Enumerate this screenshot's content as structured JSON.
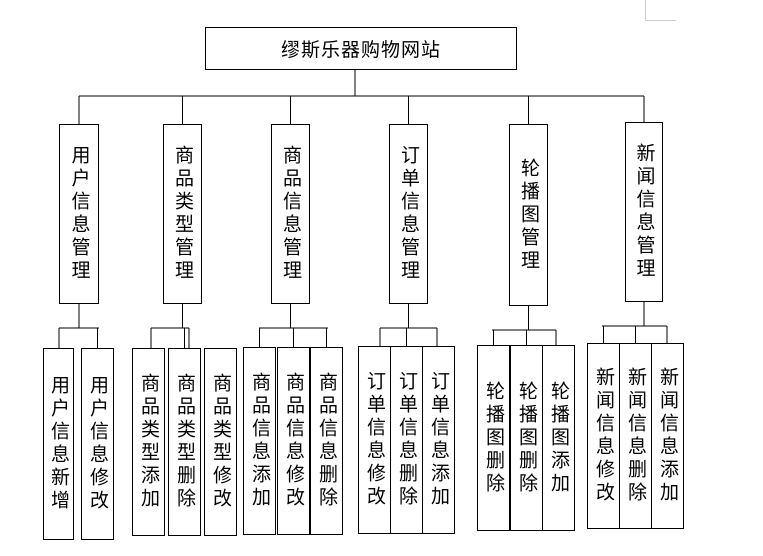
{
  "root": {
    "label": "缪斯乐器购物网站"
  },
  "modules": [
    {
      "label": "用户信息管理",
      "children": [
        "用户信息新增",
        "用户信息修改"
      ]
    },
    {
      "label": "商品类型管理",
      "children": [
        "商品类型添加",
        "商品类型删除",
        "商品类型修改"
      ]
    },
    {
      "label": "商品信息管理",
      "children": [
        "商品信息添加",
        "商品信息修改",
        "商品信息删除"
      ]
    },
    {
      "label": "订单信息管理",
      "children": [
        "订单信息修改",
        "订单信息删除",
        "订单信息添加"
      ]
    },
    {
      "label": "轮播图管理",
      "children": [
        "轮播图删除",
        "轮播图删除",
        "轮播图添加"
      ]
    },
    {
      "label": "新闻信息管理",
      "children": [
        "新闻信息修改",
        "新闻信息删除",
        "新闻信息添加"
      ]
    }
  ]
}
